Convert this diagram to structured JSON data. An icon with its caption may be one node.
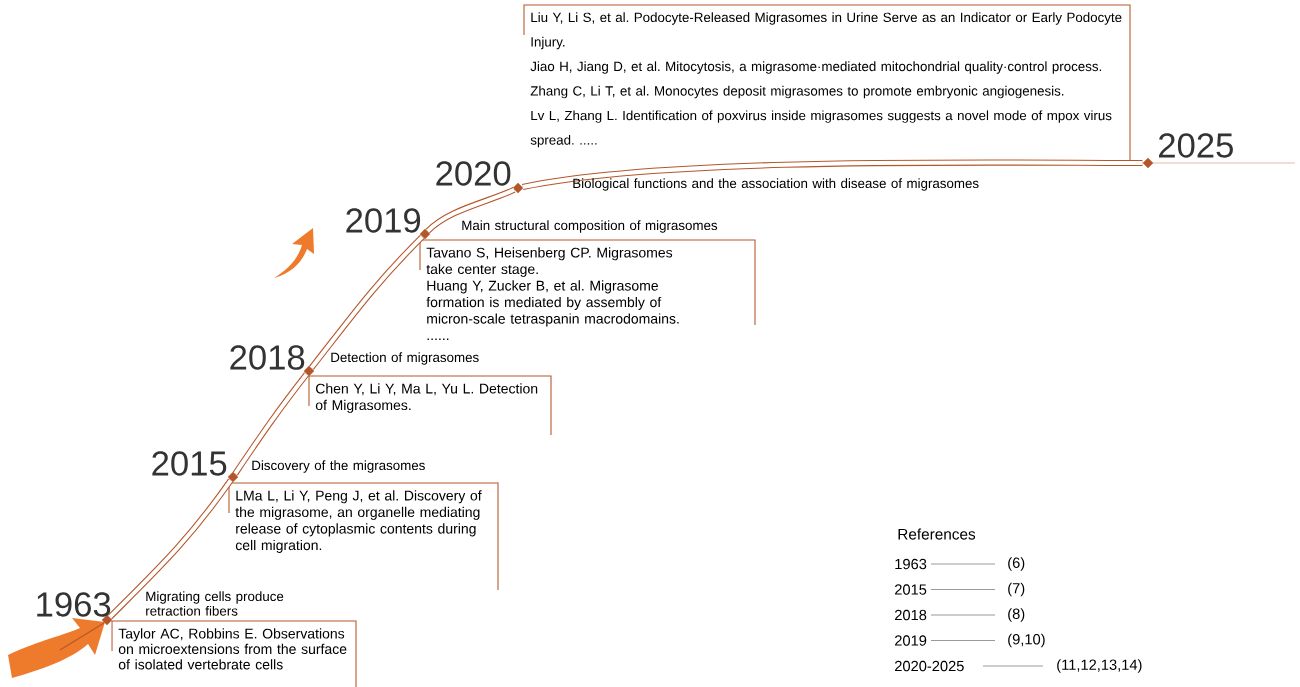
{
  "diagram": {
    "nodes": [
      {
        "text": [],
        "shape": "diamond",
        "beside": [
          "1963"
        ]
      },
      {
        "text": [
          "Taylor AC, Robbins E. Observations on microextensions from the surface of isolated vertebrate cells"
        ]
      },
      {
        "text": [],
        "shape": "diamond",
        "beside": [
          "2015"
        ]
      },
      {
        "text": [
          "LMa L, Li Y, Peng J, et al. Discovery of the migrasome, an organelle mediating release of cytoplasmic contents during cell migration."
        ]
      },
      {
        "text": [],
        "shape": "diamond",
        "beside": [
          "2018"
        ]
      },
      {
        "text": [
          "Chen Y, Li Y, Ma L, Yu L. Detection of Migrasomes."
        ]
      },
      {
        "text": [],
        "shape": "diamond",
        "beside": [
          "2019"
        ]
      },
      {
        "text": [
          "Tavano S, Heisenberg CP. Migrasomes take center stage.",
          "Huang Y, Zucker B, et al. Migrasome formation is mediated by assembly of micron-scale tetraspanin macrodomains.",
          "......"
        ]
      },
      {
        "text": [],
        "shape": "diamond",
        "beside": [
          "2020"
        ]
      },
      {
        "text": [
          "Liu Y, Li S, et al. Podocyte-Released Migrasomes in Urine Serve as an Indicator or Early Podocyte Injury.",
          "Jiao H, Jiang D, et al. Mitocytosis, a migrasome·mediated mitochondrial quality·control process.",
          "Zhang C, Li T, et al. Monocytes deposit migrasomes to promote embryonic angiogenesis.",
          "Lv L, Zhang L. Identification of poxvirus inside migrasomes suggests a novel mode of mpox virus spread. ....."
        ]
      },
      {
        "text": [],
        "shape": "diamond",
        "beside": [
          "2025"
        ]
      }
    ],
    "edges": [
      {
        "from": 0,
        "to": 2,
        "arrow": "none"
      },
      {
        "from": 2,
        "to": 4,
        "arrow": "none"
      },
      {
        "from": 4,
        "to": 6,
        "arrow": "none"
      },
      {
        "from": 6,
        "to": 8,
        "arrow": "none"
      },
      {
        "from": 8,
        "to": 10,
        "arrow": "none"
      }
    ],
    "labels": [
      "Biological functions and the association with disease of migrasomes",
      "Main structural composition of migrasomes",
      "Detection of migrasomes",
      "Discovery of the migrasomes",
      "Migrating cells produce retraction fibers",
      "References",
      "1963",
      "(6)",
      "2015",
      "(7)",
      "2018",
      "(8)",
      "2019",
      "(9,10)",
      "2020-2025",
      "(11,12,13,14)"
    ]
  }
}
